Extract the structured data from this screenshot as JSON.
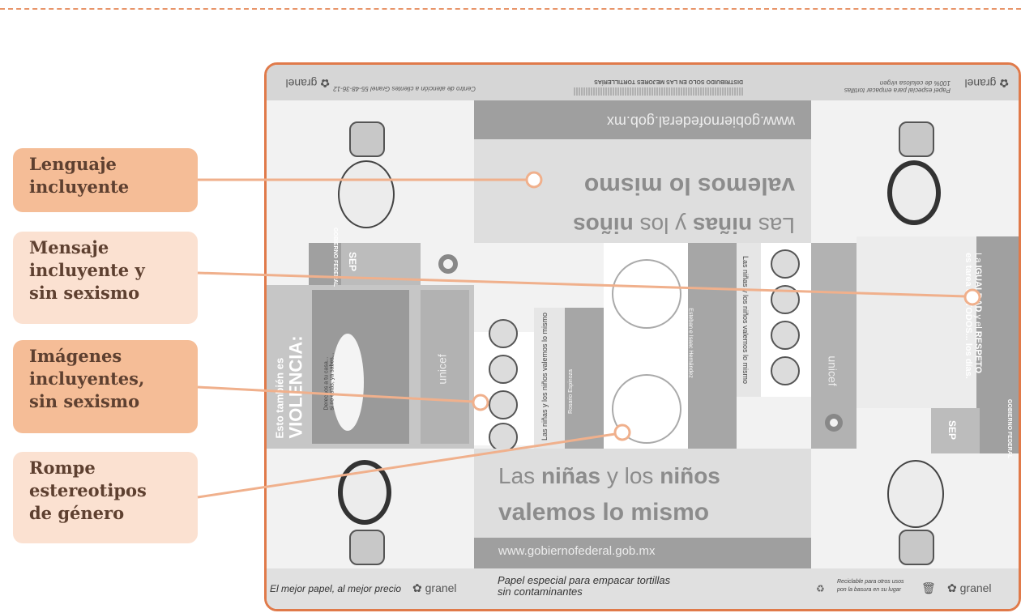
{
  "annotations": [
    {
      "text": "Lenguaje\nincluyente"
    },
    {
      "text": "Mensaje\nincluyente y\nsin sexismo"
    },
    {
      "text": "Imágenes\nincluyentes,\nsin sexismo"
    },
    {
      "text": "Rompe\nestereotipos\nde género"
    }
  ],
  "sheet": {
    "top_strip": {
      "left": "Centro de atención a clientes Granel  55-48-36-12",
      "center_title": "DISTRIBUIDO SOLO EN LAS MEJORES TORTILLERÍAS",
      "right_1": "Papel especial para empacar tortillas",
      "right_2": "100% de celulosa virgen",
      "brand": "granel"
    },
    "top_banner": {
      "url": "www.gobiernofederal.gob.mx",
      "line1_pre": "Las ",
      "line1_bold": "niñas",
      "line1_mid": " y los ",
      "line1_bold2": "niños",
      "line2": "valemos lo mismo"
    },
    "bottom_banner": {
      "line1_pre": "Las ",
      "line1_bold": "niñas",
      "line1_mid": " y los ",
      "line1_bold2": "niños",
      "line2": "valemos lo mismo",
      "url": "www.gobiernofederal.gob.mx"
    },
    "left_panel": {
      "title_small": "Esto también es",
      "title_big": "VIOLENCIA:",
      "speech_1": "Derechos a tu casa...",
      "speech_2": "si no estás, ya sabes...",
      "gov_label": "GOBIERNO FEDERAL",
      "sep_label": "SEP",
      "unicef": "unicef"
    },
    "center_columns": {
      "vertical_text": "Las niñas y los niños valemos lo mismo",
      "vertical_author": "Rosario Espinoza",
      "right_vertical": "Las niñas y los niños valemos lo mismo",
      "right_author": "Esteban e Isaac Hernández"
    },
    "right_panel": {
      "slogan_1": "La ",
      "slogan_bold1": "IGUALDAD",
      "slogan_2": " y el ",
      "slogan_bold2": "RESPETO",
      "slogan_3": "es tarea de TODOS... los días.",
      "gov_label": "GOBIERNO FEDERAL",
      "sep_label": "SEP",
      "unicef": "unicef"
    },
    "bottom_strip": {
      "left": "El mejor papel, al mejor precio",
      "center_1": "Papel especial para empacar tortillas",
      "center_2": "sin contaminantes",
      "right_1": "Reciclable para otros usos",
      "right_2": "pon la basura en su lugar",
      "brand": "granel"
    }
  },
  "colors": {
    "accent": "#e07a4a",
    "label_dark": "#f5bd97",
    "label_light": "#fbe1d1",
    "line": "#f0b08c"
  }
}
